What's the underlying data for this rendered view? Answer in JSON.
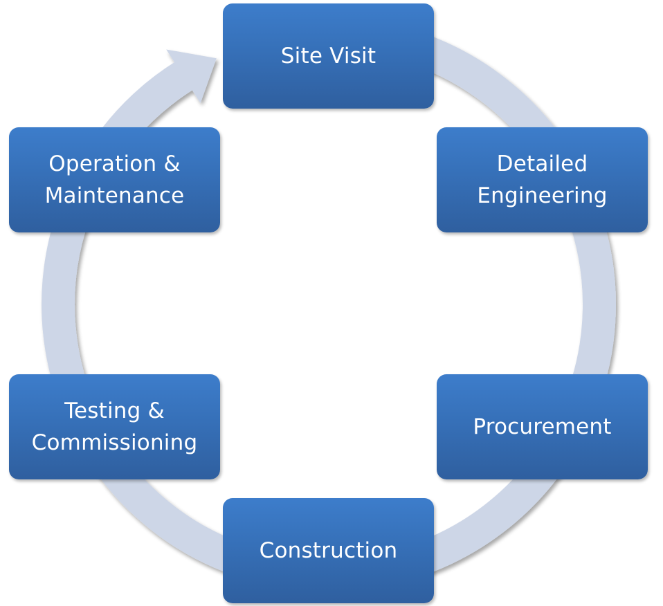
{
  "diagram": {
    "type": "cycle",
    "direction": "clockwise",
    "colors": {
      "box_top": "#3d7dcb",
      "box_bottom": "#2f5f9f",
      "box_text": "#ffffff",
      "ring": "#cdd6e7",
      "background": "#ffffff"
    },
    "steps": [
      {
        "label": "Site Visit"
      },
      {
        "label": "Detailed\nEngineering"
      },
      {
        "label": "Procurement"
      },
      {
        "label": "Construction"
      },
      {
        "label": "Testing &\nCommissioning"
      },
      {
        "label": "Operation &\nMaintenance"
      }
    ]
  }
}
